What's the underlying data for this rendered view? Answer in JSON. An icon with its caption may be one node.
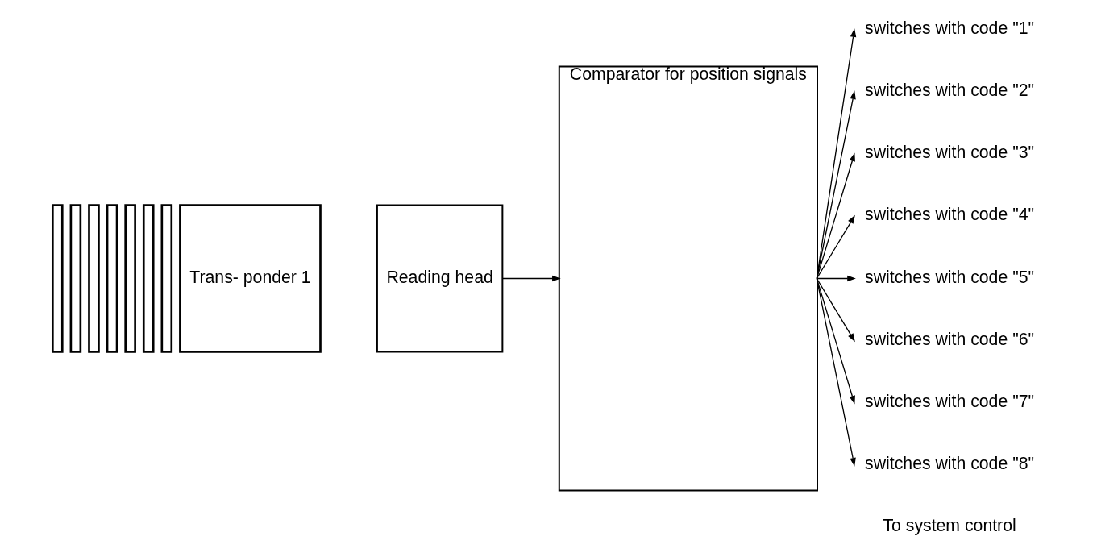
{
  "diagram": {
    "nodes": [
      {
        "text": [],
        "shape": "box"
      },
      {
        "text": [],
        "shape": "box"
      },
      {
        "text": [],
        "shape": "box"
      },
      {
        "text": [],
        "shape": "box"
      },
      {
        "text": [],
        "shape": "box"
      },
      {
        "text": [],
        "shape": "box"
      },
      {
        "text": [],
        "shape": "box"
      },
      {
        "text": [
          "Trans- ponder 1"
        ]
      },
      {
        "text": [
          "Reading head"
        ]
      },
      {
        "text": [
          "Comparator for position signals"
        ]
      },
      {
        "text": [
          "switches with code \"1\""
        ]
      },
      {
        "text": [
          "switches with code \"2\""
        ]
      },
      {
        "text": [
          "switches with code \"3\""
        ]
      },
      {
        "text": [
          "switches with code \"4\""
        ]
      },
      {
        "text": [
          "switches with code \"5\""
        ]
      },
      {
        "text": [
          "switches with code \"6\""
        ]
      },
      {
        "text": [
          "switches with code \"7\""
        ]
      },
      {
        "text": [
          "switches with code \"8\""
        ]
      }
    ],
    "edges": [
      {
        "from": 8,
        "to": 9,
        "arrow": "to"
      },
      {
        "from": 9,
        "to": 10,
        "arrow": "to"
      },
      {
        "from": 9,
        "to": 11,
        "arrow": "to"
      },
      {
        "from": 9,
        "to": 12,
        "arrow": "to"
      },
      {
        "from": 9,
        "to": 13,
        "arrow": "to"
      },
      {
        "from": 9,
        "to": 14,
        "arrow": "to"
      },
      {
        "from": 9,
        "to": 15,
        "arrow": "to"
      },
      {
        "from": 9,
        "to": 16,
        "arrow": "to"
      },
      {
        "from": 9,
        "to": 17,
        "arrow": "to"
      }
    ],
    "labels": [
      "To system control"
    ]
  }
}
